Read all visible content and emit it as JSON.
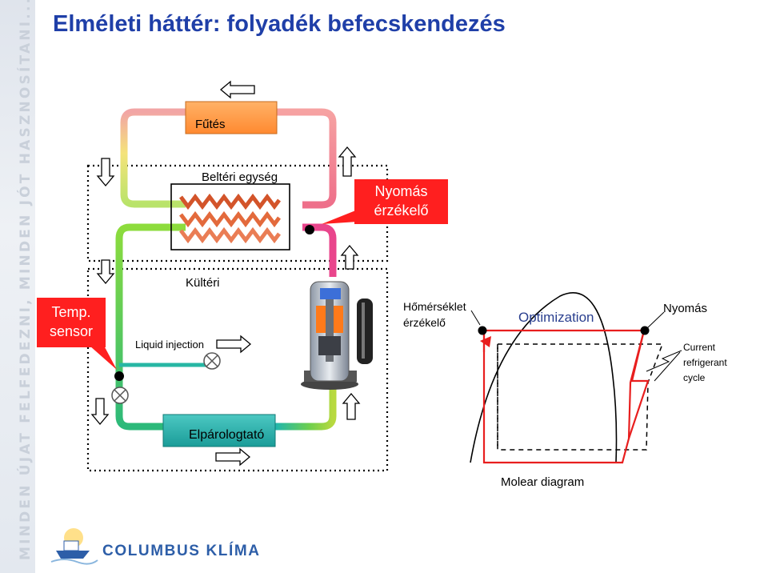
{
  "slide": {
    "title": "Elméleti háttér: folyadék befecskendezés",
    "side_banner": "MINDEN ÚJAT FELFEDEZNI, MINDEN JÓT HASZNOSÍTANI..."
  },
  "labels": {
    "heating": "Fűtés",
    "indoor_unit": "Beltéri egység",
    "outdoor": "Kültéri",
    "liquid_injection": "Liquid injection",
    "evaporator": "Elpárologtató",
    "temperature_sensor": "Hőmérséklet\nérzékelő",
    "pressure": "Nyomás",
    "optimization": "Optimization",
    "current_cycle": "Current\nrefrigerant\ncycle",
    "molar_diagram": "Molear diagram"
  },
  "callouts": {
    "pressure_sensor": "Nyomás\nérzékelő",
    "temp_sensor": "Temp.\nsensor"
  },
  "logo": {
    "text": "COLUMBUS KLÍMA"
  },
  "colors": {
    "title": "#1f3fa8",
    "callout": "#ff1f1f",
    "heating_box": "#ff9f46",
    "evaporator_box": "#27b6b0",
    "cycle_red": "#e81e1e",
    "logo": "#2d5ea8"
  }
}
